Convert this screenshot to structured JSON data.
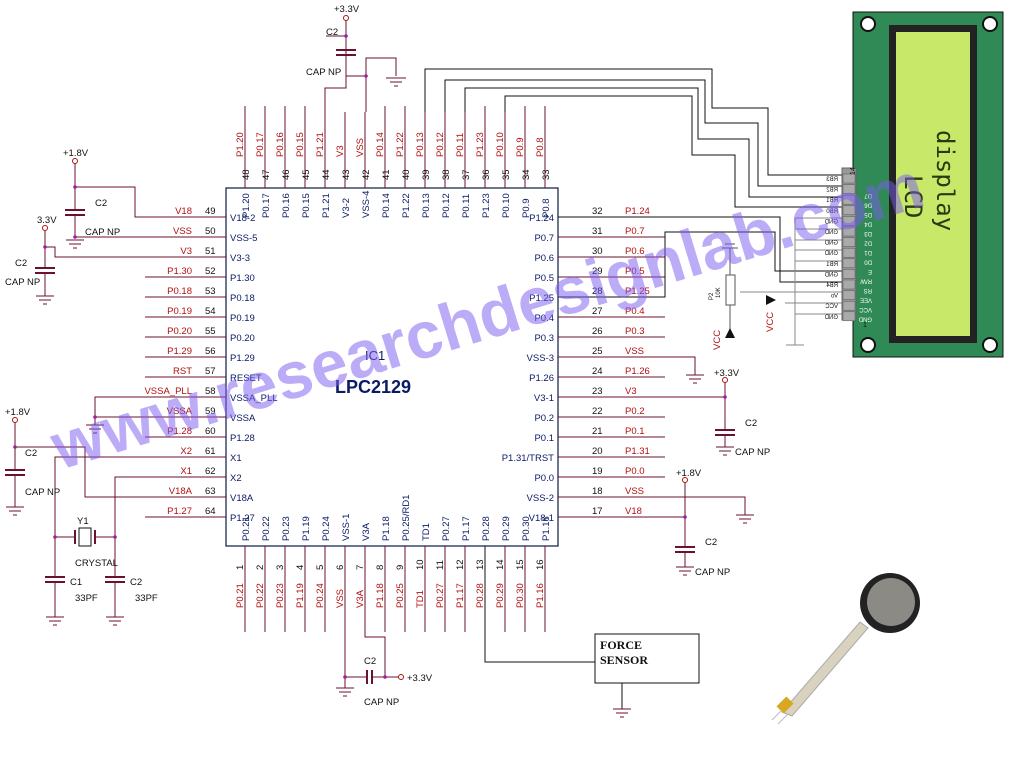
{
  "chip": {
    "ref": "IC1",
    "part": "LPC2129",
    "top_pins": [
      {
        "num": "48",
        "net": "P1.20",
        "pin": "P1.20"
      },
      {
        "num": "47",
        "net": "P0.17",
        "pin": "P0.17"
      },
      {
        "num": "46",
        "net": "P0.16",
        "pin": "P0.16"
      },
      {
        "num": "45",
        "net": "P0.15",
        "pin": "P0.15"
      },
      {
        "num": "44",
        "net": "P1.21",
        "pin": "P1.21"
      },
      {
        "num": "43",
        "net": "V3",
        "pin": "V3-2"
      },
      {
        "num": "42",
        "net": "VSS",
        "pin": "VSS-4"
      },
      {
        "num": "41",
        "net": "P0.14",
        "pin": "P0.14"
      },
      {
        "num": "40",
        "net": "P1.22",
        "pin": "P1.22"
      },
      {
        "num": "39",
        "net": "P0.13",
        "pin": "P0.13"
      },
      {
        "num": "38",
        "net": "P0.12",
        "pin": "P0.12"
      },
      {
        "num": "37",
        "net": "P0.11",
        "pin": "P0.11"
      },
      {
        "num": "36",
        "net": "P1.23",
        "pin": "P1.23"
      },
      {
        "num": "35",
        "net": "P0.10",
        "pin": "P0.10"
      },
      {
        "num": "34",
        "net": "P0.9",
        "pin": "P0.9"
      },
      {
        "num": "33",
        "net": "P0.8",
        "pin": "P0.8"
      }
    ],
    "left_pins": [
      {
        "num": "49",
        "net": "V18",
        "pin": "V18-2"
      },
      {
        "num": "50",
        "net": "VSS",
        "pin": "VSS-5"
      },
      {
        "num": "51",
        "net": "V3",
        "pin": "V3-3"
      },
      {
        "num": "52",
        "net": "P1.30",
        "pin": "P1.30"
      },
      {
        "num": "53",
        "net": "P0.18",
        "pin": "P0.18"
      },
      {
        "num": "54",
        "net": "P0.19",
        "pin": "P0.19"
      },
      {
        "num": "55",
        "net": "P0.20",
        "pin": "P0.20"
      },
      {
        "num": "56",
        "net": "P1.29",
        "pin": "P1.29"
      },
      {
        "num": "57",
        "net": "RST",
        "pin": "RESET"
      },
      {
        "num": "58",
        "net": "VSSA_PLL",
        "pin": "VSSA_PLL"
      },
      {
        "num": "59",
        "net": "VSSA",
        "pin": "VSSA"
      },
      {
        "num": "60",
        "net": "P1.28",
        "pin": "P1.28"
      },
      {
        "num": "61",
        "net": "X2",
        "pin": "X1"
      },
      {
        "num": "62",
        "net": "X1",
        "pin": "X2"
      },
      {
        "num": "63",
        "net": "V18A",
        "pin": "V18A"
      },
      {
        "num": "64",
        "net": "P1.27",
        "pin": "P1.27"
      }
    ],
    "right_pins": [
      {
        "num": "32",
        "net": "P1.24",
        "pin": "P1.24"
      },
      {
        "num": "31",
        "net": "P0.7",
        "pin": "P0.7"
      },
      {
        "num": "30",
        "net": "P0.6",
        "pin": "P0.6"
      },
      {
        "num": "29",
        "net": "P0.5",
        "pin": "P0.5"
      },
      {
        "num": "28",
        "net": "P1.25",
        "pin": "P1.25"
      },
      {
        "num": "27",
        "net": "P0.4",
        "pin": "P0.4"
      },
      {
        "num": "26",
        "net": "P0.3",
        "pin": "P0.3"
      },
      {
        "num": "25",
        "net": "VSS",
        "pin": "VSS-3"
      },
      {
        "num": "24",
        "net": "P1.26",
        "pin": "P1.26"
      },
      {
        "num": "23",
        "net": "V3",
        "pin": "V3-1"
      },
      {
        "num": "22",
        "net": "P0.2",
        "pin": "P0.2"
      },
      {
        "num": "21",
        "net": "P0.1",
        "pin": "P0.1"
      },
      {
        "num": "20",
        "net": "P1.31",
        "pin": "P1.31/TRST"
      },
      {
        "num": "19",
        "net": "P0.0",
        "pin": "P0.0"
      },
      {
        "num": "18",
        "net": "VSS",
        "pin": "VSS-2"
      },
      {
        "num": "17",
        "net": "V18",
        "pin": "V18-1"
      }
    ],
    "bottom_pins": [
      {
        "num": "1",
        "net": "P0.21",
        "pin": "P0.21"
      },
      {
        "num": "2",
        "net": "P0.22",
        "pin": "P0.22"
      },
      {
        "num": "3",
        "net": "P0.23",
        "pin": "P0.23"
      },
      {
        "num": "4",
        "net": "P1.19",
        "pin": "P1.19"
      },
      {
        "num": "5",
        "net": "P0.24",
        "pin": "P0.24"
      },
      {
        "num": "6",
        "net": "VSS",
        "pin": "VSS-1"
      },
      {
        "num": "7",
        "net": "V3A",
        "pin": "V3A"
      },
      {
        "num": "8",
        "net": "P1.18",
        "pin": "P1.18"
      },
      {
        "num": "9",
        "net": "P0.25",
        "pin": "P0.25/RD1"
      },
      {
        "num": "10",
        "net": "TD1",
        "pin": "TD1"
      },
      {
        "num": "11",
        "net": "P0.27",
        "pin": "P0.27"
      },
      {
        "num": "12",
        "net": "P1.17",
        "pin": "P1.17"
      },
      {
        "num": "13",
        "net": "P0.28",
        "pin": "P0.28"
      },
      {
        "num": "14",
        "net": "P0.29",
        "pin": "P0.29"
      },
      {
        "num": "15",
        "net": "P0.30",
        "pin": "P0.30"
      },
      {
        "num": "16",
        "net": "P1.16",
        "pin": "P1.16"
      }
    ]
  },
  "power": {
    "v33": "+3.3V",
    "v33_alt": "3.3V",
    "v18": "+1.8V"
  },
  "caps": {
    "ref": "C2",
    "value": "CAP NP",
    "c1_ref": "C1",
    "c1_value": "33PF",
    "c2_value": "33PF"
  },
  "crystal": {
    "ref": "Y1",
    "label": "CRYSTAL"
  },
  "lcd": {
    "line1": "LCD",
    "line2": "display",
    "pin_first": "1",
    "pin_last": "14",
    "pins": [
      "D7",
      "D6",
      "D5",
      "D4",
      "D3",
      "D2",
      "D1",
      "D0",
      "E",
      "R/W",
      "RS",
      "VEE",
      "VCC",
      "GND"
    ],
    "connector_labels": [
      "RB3",
      "RB2",
      "RB1",
      "RB0",
      "GND",
      "GND",
      "GND",
      "GND",
      "RB1",
      "GND",
      "RB4",
      "Vo",
      "VCC",
      "GND"
    ],
    "pot_ref": "P2",
    "pot_value": "10K",
    "vcc": "VCC"
  },
  "force_sensor": {
    "line1": "FORCE",
    "line2": "SENSOR"
  },
  "watermark": "www.researchdesignlab.com",
  "colors": {
    "wire": "#6b1030",
    "net_label": "#b01010",
    "pin_label": "#0a1a66",
    "junction": "#9b1fa0",
    "lcd_board": "#2f8a55",
    "lcd_screen": "#c8e86a",
    "watermark": "#7b5cf0"
  }
}
